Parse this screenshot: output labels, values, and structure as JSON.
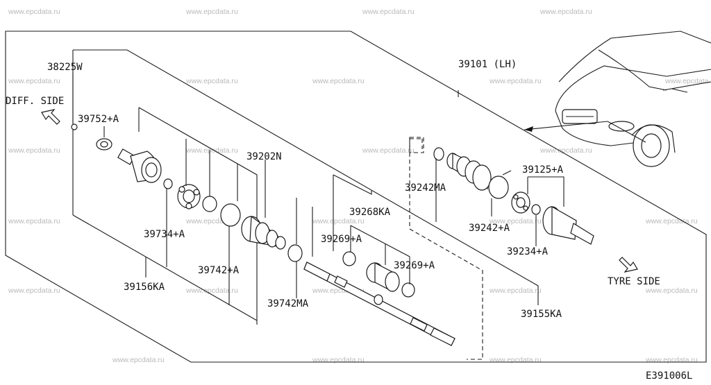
{
  "watermark": "www.epcdata.ru",
  "drawing_code": "E391006L",
  "side_labels": {
    "diff": "DIFF. SIDE",
    "tyre": "TYRE SIDE"
  },
  "callouts": {
    "c38225w": "38225W",
    "c39101": "39101 (LH)",
    "c39752": "39752+A",
    "c39202n": "39202N",
    "c39242ma": "39242MA",
    "c39125": "39125+A",
    "c39268ka": "39268KA",
    "c39734": "39734+A",
    "c39269a": "39269+A",
    "c39242a": "39242+A",
    "c39269b": "39269+A",
    "c39234": "39234+A",
    "c39742a": "39742+A",
    "c39156ka": "39156KA",
    "c39742ma": "39742MA",
    "c39155ka": "39155KA"
  }
}
